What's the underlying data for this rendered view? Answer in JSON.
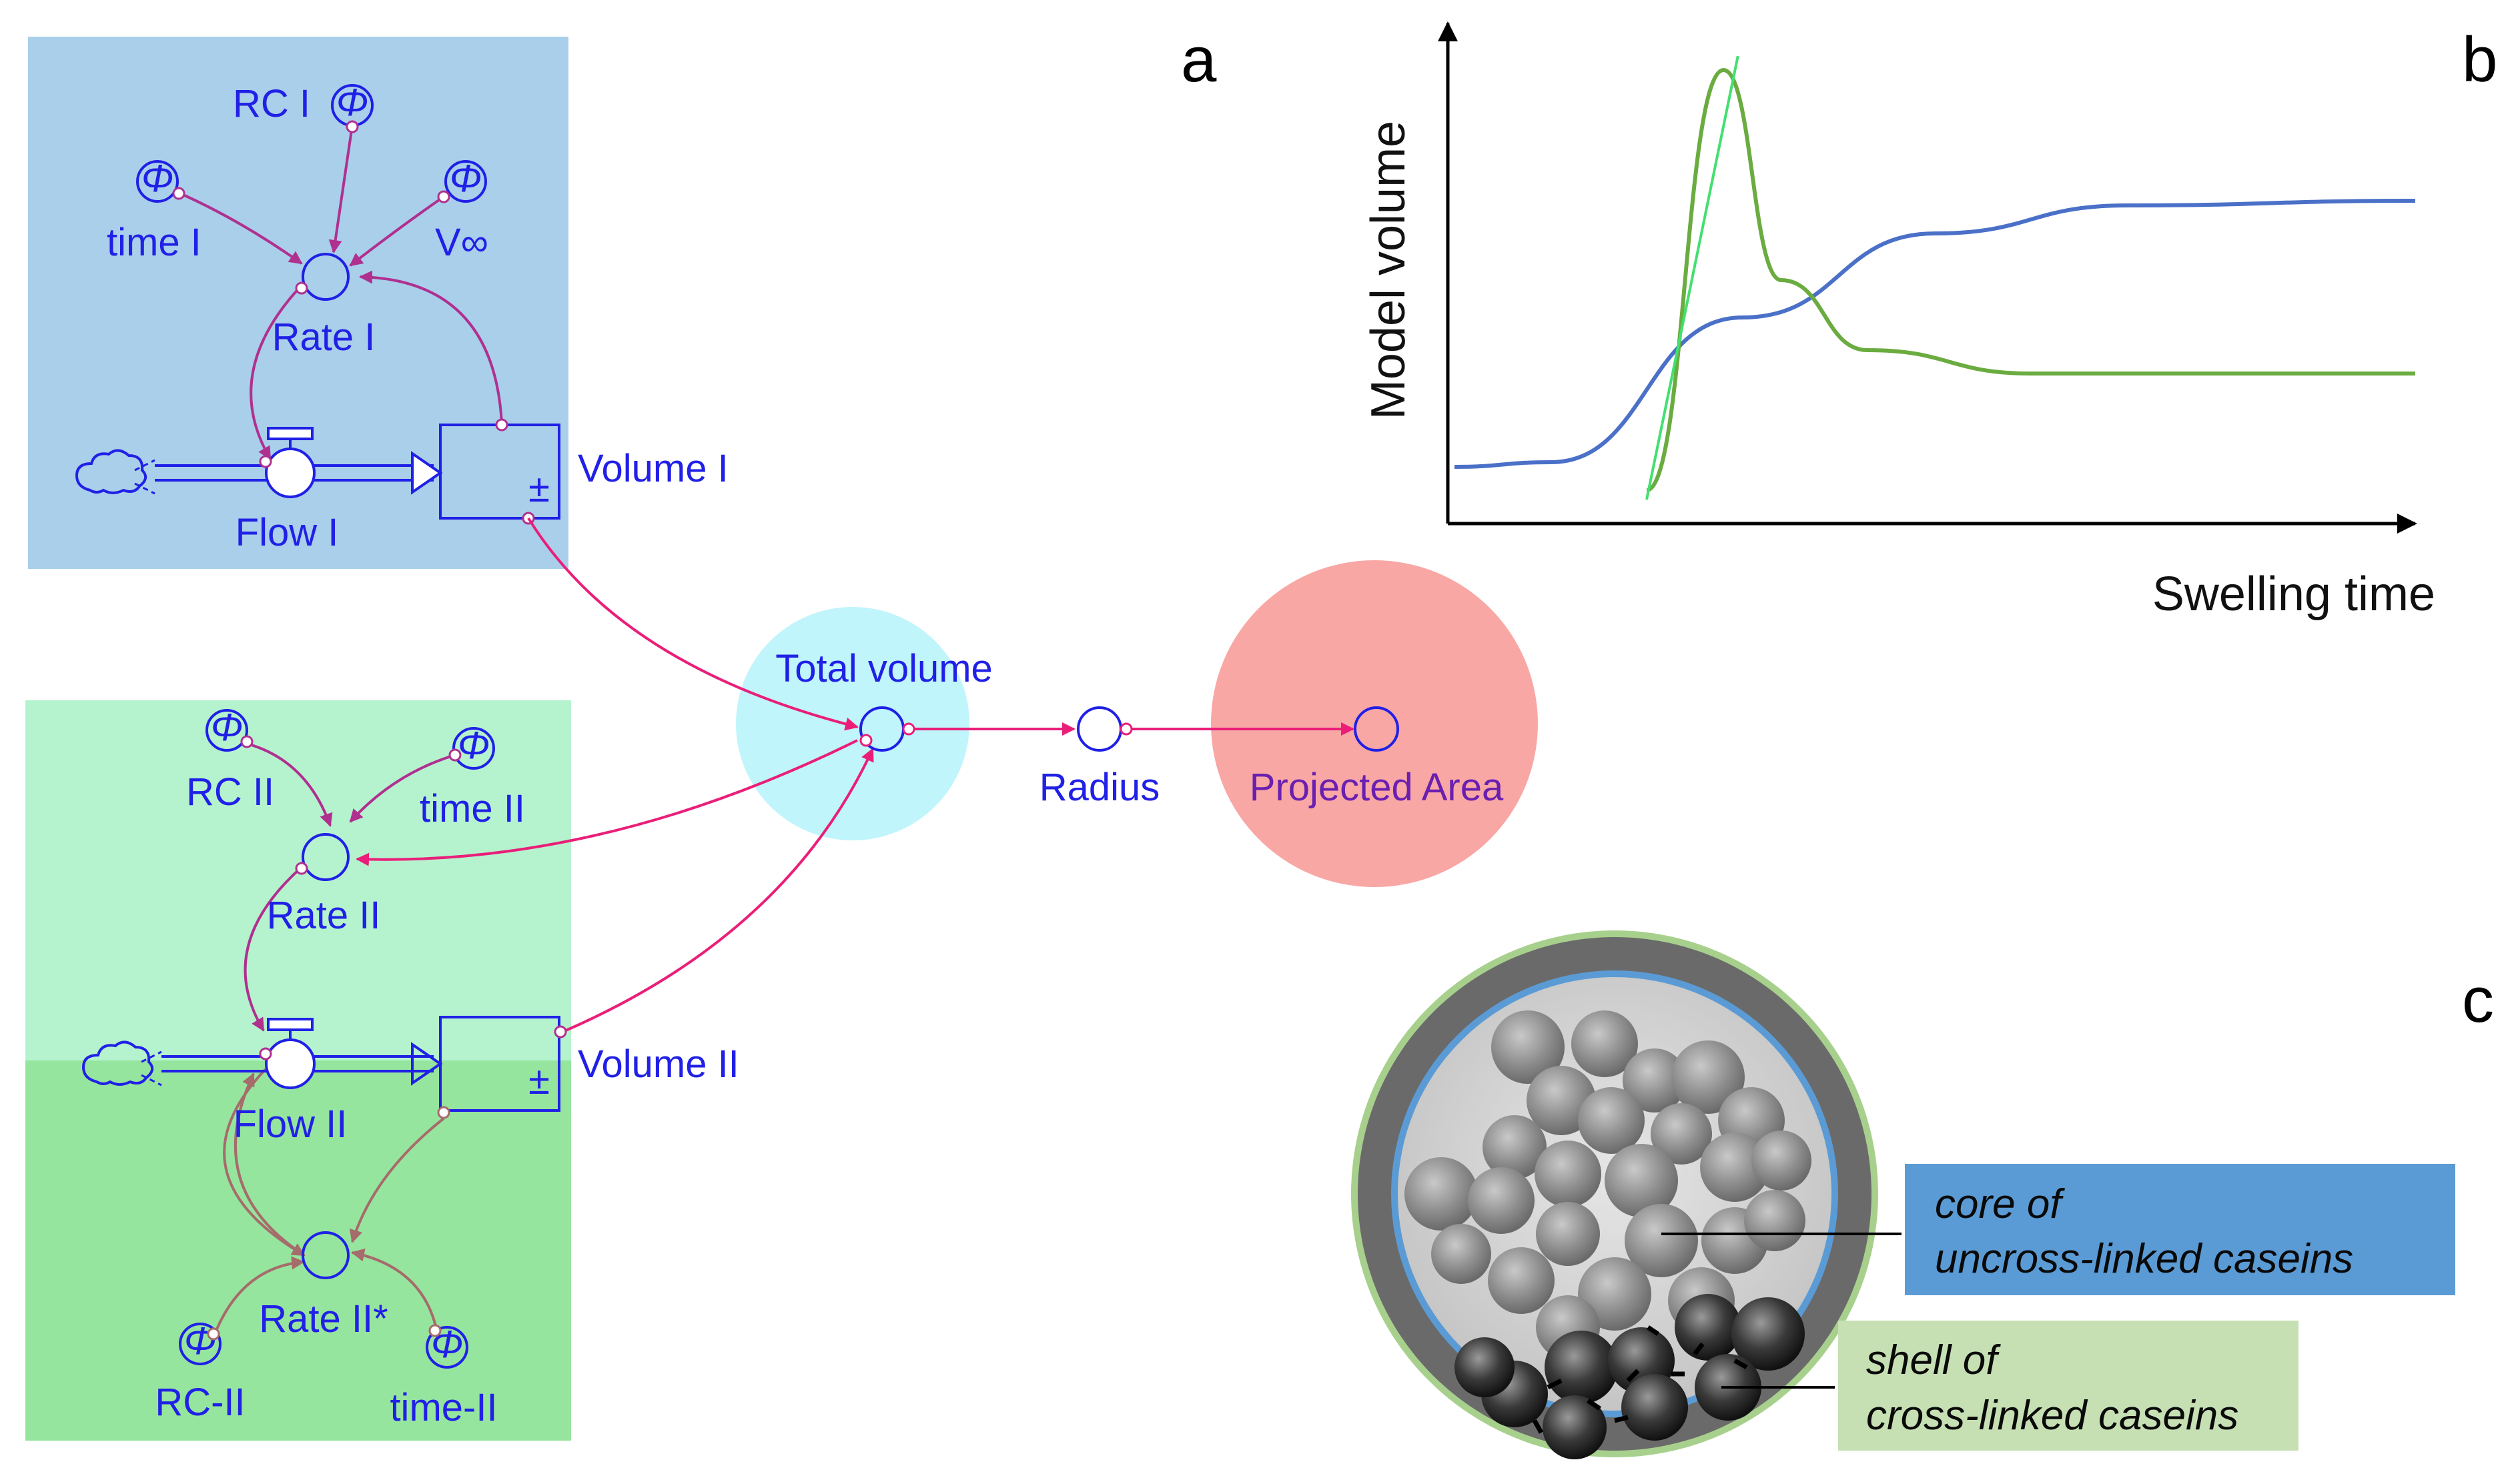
{
  "panel_labels": {
    "a": "a",
    "b": "b",
    "c": "c"
  },
  "diagram": {
    "module_i": {
      "vars": {
        "rc": "RC I",
        "time": "time I",
        "vinf": "V∞",
        "rate": "Rate I",
        "flow": "Flow I",
        "stock": "Volume I"
      },
      "stock_sign": "±",
      "phi": "Φ"
    },
    "module_ii": {
      "vars": {
        "rc": "RC II",
        "time": "time II",
        "rate": "Rate II",
        "flow": "Flow II",
        "stock": "Volume II",
        "rate_star": "Rate II*",
        "rc_dash": "RC-II",
        "time_dash": "time-II"
      },
      "stock_sign": "±"
    },
    "outputs": {
      "total": "Total volume",
      "radius": "Radius",
      "area": "Projected Area"
    }
  },
  "chart_data": {
    "type": "line",
    "title": "",
    "xlabel": "Swelling time",
    "ylabel": "Model volume",
    "ticks": "none",
    "series": [
      {
        "color": "#4a70c8",
        "x": [
          0,
          0.1,
          0.3,
          0.5,
          0.7,
          1.0
        ],
        "y": [
          0.1,
          0.11,
          0.42,
          0.6,
          0.66,
          0.67
        ]
      },
      {
        "color": "#6aac40",
        "x": [
          0.2,
          0.28,
          0.34,
          0.43,
          0.6,
          1.0
        ],
        "y": [
          0.05,
          0.95,
          0.5,
          0.35,
          0.3,
          0.3
        ]
      }
    ],
    "extra": {
      "color": "#43e070"
    }
  },
  "micelle": {
    "core_label": [
      "core of",
      "uncross-linked caseins"
    ],
    "shell_label": [
      "shell of",
      "cross-linked caseins"
    ],
    "core_box_color": "#5b9bd5",
    "shell_box_color": "#c6e0b4"
  }
}
